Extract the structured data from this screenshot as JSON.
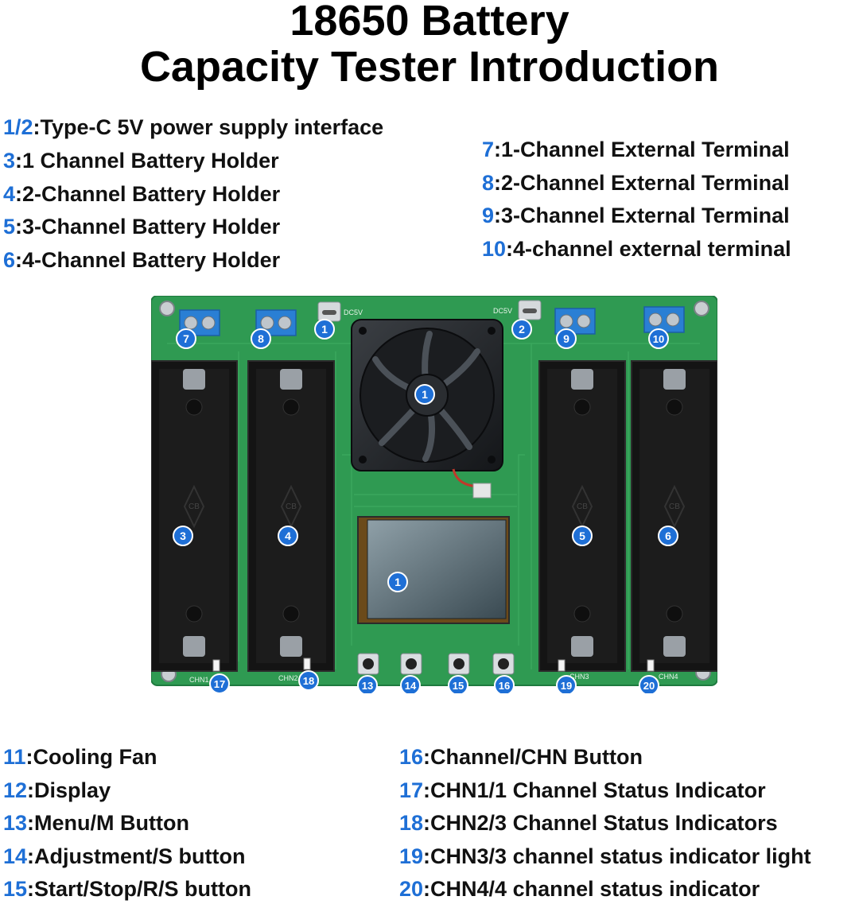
{
  "title": {
    "line1": "18650 Battery",
    "line2": "Capacity Tester Introduction"
  },
  "legend_top_left": [
    {
      "num": "1/2",
      "text": ":Type-C 5V power supply interface"
    },
    {
      "num": "3",
      "text": ":1 Channel Battery Holder"
    },
    {
      "num": "4",
      "text": ":2-Channel Battery Holder"
    },
    {
      "num": "5",
      "text": ":3-Channel Battery Holder"
    },
    {
      "num": "6",
      "text": ":4-Channel Battery Holder"
    }
  ],
  "legend_top_right": [
    {
      "num": "7",
      "text": ":1-Channel External Terminal"
    },
    {
      "num": "8",
      "text": ":2-Channel External Terminal"
    },
    {
      "num": "9",
      "text": ":3-Channel External Terminal"
    },
    {
      "num": "10",
      "text": ":4-channel external terminal"
    }
  ],
  "legend_bottom_left": [
    {
      "num": "11",
      "text": ":Cooling Fan"
    },
    {
      "num": "12",
      "text": ":Display"
    },
    {
      "num": "13",
      "text": ":Menu/M Button"
    },
    {
      "num": "14",
      "text": ":Adjustment/S button"
    },
    {
      "num": "15",
      "text": ":Start/Stop/R/S button"
    }
  ],
  "legend_bottom_right": [
    {
      "num": "16",
      "text": ":Channel/CHN Button"
    },
    {
      "num": "17",
      "text": ":CHN1/1 Channel Status Indicator"
    },
    {
      "num": "18",
      "text": ":CHN2/3 Channel Status Indicators"
    },
    {
      "num": "19",
      "text": ":CHN3/3 channel status indicator light"
    },
    {
      "num": "20",
      "text": ":CHN4/4 channel status indicator"
    }
  ],
  "board": {
    "badges": {
      "usb1": "1",
      "usb2": "2",
      "fan": "1",
      "display": "1",
      "holder1": "3",
      "holder2": "4",
      "holder3": "5",
      "holder4": "6",
      "term1": "7",
      "term2": "8",
      "term3": "9",
      "term4": "10",
      "btn1": "13",
      "btn2": "14",
      "btn3": "15",
      "btn4": "16",
      "led1": "17",
      "led2": "18",
      "led3": "19",
      "led4": "20"
    },
    "silk": {
      "dc1": "DC5V",
      "dc2": "DC5V",
      "chn1": "CHN1",
      "chn2": "CHN2",
      "chn3": "CHN3",
      "chn4": "CHN4",
      "holder_mark": "CB"
    },
    "colors": {
      "pcb": "#2f9a52",
      "badge": "#1e6fd6",
      "terminal": "#2a7fd4"
    }
  }
}
